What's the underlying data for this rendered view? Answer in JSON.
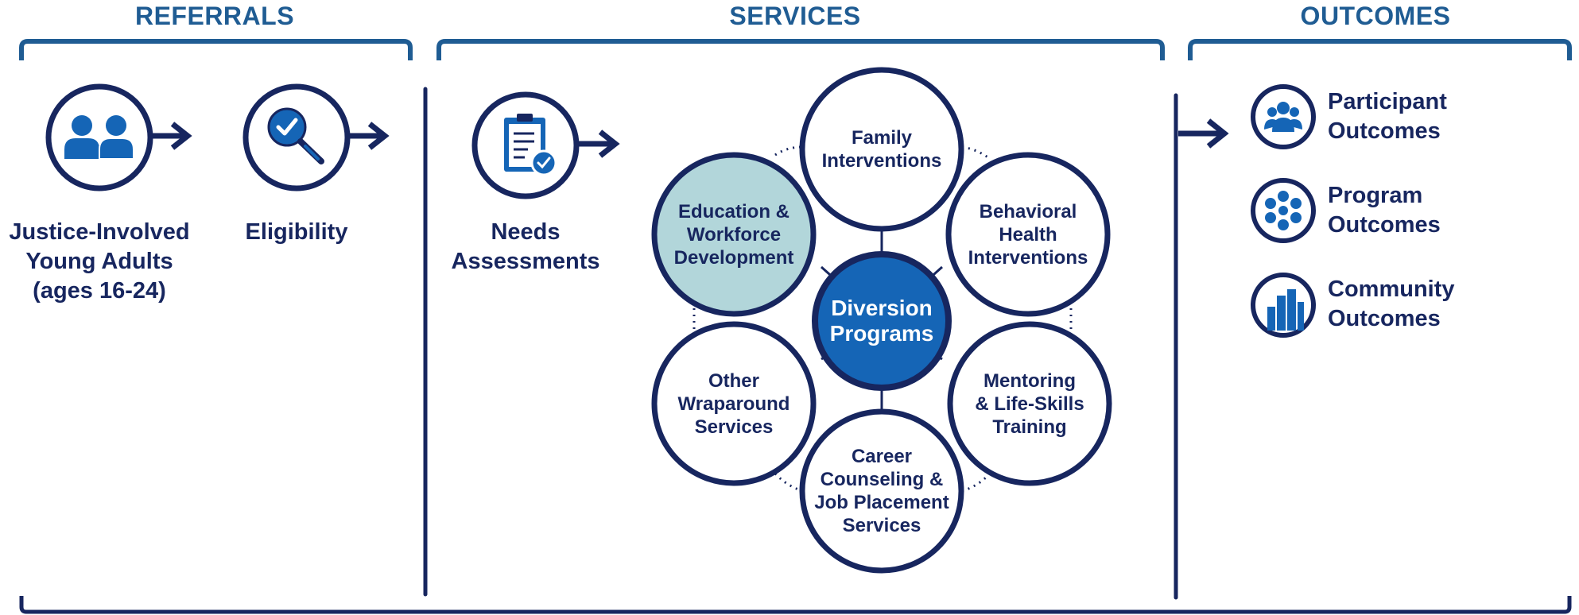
{
  "columns": {
    "referrals": {
      "title": "REFERRALS"
    },
    "services": {
      "title": "SERVICES"
    },
    "outcomes": {
      "title": "OUTCOMES"
    }
  },
  "referrals": {
    "young_adults": {
      "line1": "Justice-Involved",
      "line2": "Young Adults",
      "line3": "(ages 16-24)",
      "icon": "people-icon"
    },
    "eligibility": {
      "label": "Eligibility",
      "icon": "magnifier-check-icon"
    }
  },
  "services": {
    "needs": {
      "line1": "Needs",
      "line2": "Assessments",
      "icon": "clipboard-check-icon"
    },
    "center": {
      "line1": "Diversion",
      "line2": "Programs"
    },
    "family": {
      "line1": "Family",
      "line2": "Interventions"
    },
    "behavioral": {
      "line1": "Behavioral",
      "line2": "Health",
      "line3": "Interventions"
    },
    "mentoring": {
      "line1": "Mentoring",
      "line2": "& Life-Skills",
      "line3": "Training"
    },
    "career": {
      "line1": "Career",
      "line2": "Counseling &",
      "line3": "Job Placement",
      "line4": "Services"
    },
    "other": {
      "line1": "Other",
      "line2": "Wraparound",
      "line3": "Services"
    },
    "education": {
      "line1": "Education &",
      "line2": "Workforce",
      "line3": "Development"
    }
  },
  "outcomes": {
    "participant": {
      "line1": "Participant",
      "line2": "Outcomes",
      "icon": "group-icon"
    },
    "program": {
      "line1": "Program",
      "line2": "Outcomes",
      "icon": "network-icon"
    },
    "community": {
      "line1": "Community",
      "line2": "Outcomes",
      "icon": "city-icon"
    }
  },
  "colors": {
    "navy": "#17265f",
    "heading_blue": "#1f5c93",
    "primary_blue": "#1565b6",
    "highlight_teal": "#b2d6da"
  }
}
